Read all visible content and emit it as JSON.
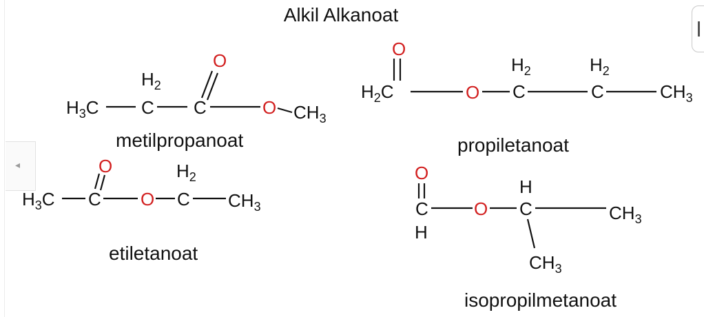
{
  "title": "Alkil Alkanoat",
  "compounds": [
    {
      "name": "metilpropanoat"
    },
    {
      "name": "propiletanoat"
    },
    {
      "name": "etiletanoat"
    },
    {
      "name": "isopropilmetanoat"
    }
  ],
  "atoms": {
    "h3c": {
      "main": "H",
      "sub": "3",
      "tail": "C"
    },
    "h2c": {
      "main": "H",
      "sub": "2",
      "tail": "C"
    },
    "h2": {
      "main": "H",
      "sub": "2"
    },
    "ch3": {
      "main": "CH",
      "sub": "3"
    },
    "c": "C",
    "o": "O",
    "h": "H"
  },
  "colors": {
    "oxygen": "#d21f1f",
    "text": "#111111"
  },
  "ui": {
    "prev_icon": "◂",
    "next_icon": "bar-icon"
  }
}
